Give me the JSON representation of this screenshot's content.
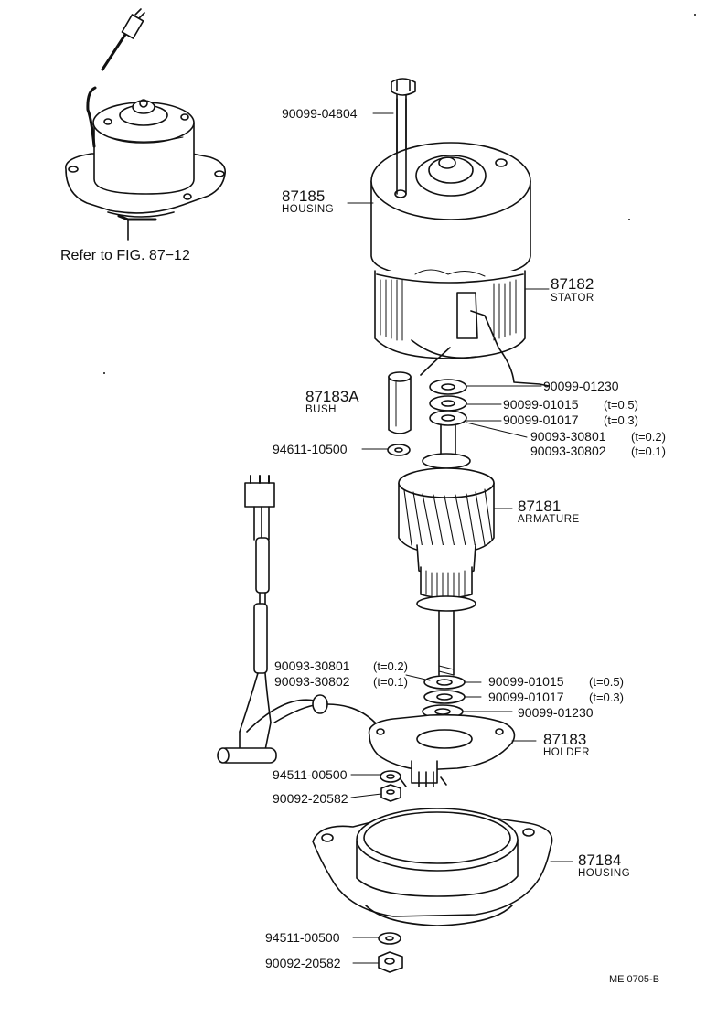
{
  "reference": "Refer to FIG. 87−12",
  "code": "ME 0705-B",
  "labels": {
    "bolt": "90099-04804",
    "housing_top_num": "87185",
    "housing_top_name": "HOUSING",
    "stator_num": "87182",
    "stator_name": "STATOR",
    "bush_num": "87183A",
    "bush_name": "BUSH",
    "washer_top_1230": "90099-01230",
    "washer_top_1015": "90099-01015",
    "washer_top_1015_t": "(t=0.5)",
    "washer_top_1017": "90099-01017",
    "washer_top_1017_t": "(t=0.3)",
    "washer_top_30801": "90093-30801",
    "washer_top_30801_t": "(t=0.2)",
    "washer_top_30802": "90093-30802",
    "washer_top_30802_t": "(t=0.1)",
    "ring_94611": "94611-10500",
    "armature_num": "87181",
    "armature_name": "ARMATURE",
    "washer_bot_30801": "90093-30801",
    "washer_bot_30801_t": "(t=0.2)",
    "washer_bot_30802": "90093-30802",
    "washer_bot_30802_t": "(t=0.1)",
    "washer_bot_1015": "90099-01015",
    "washer_bot_1015_t": "(t=0.5)",
    "washer_bot_1017": "90099-01017",
    "washer_bot_1017_t": "(t=0.3)",
    "washer_bot_1230": "90099-01230",
    "holder_num": "87183",
    "holder_name": "HOLDER",
    "lockwasher_a": "94511-00500",
    "nut_a": "90092-20582",
    "housing_bot_num": "87184",
    "housing_bot_name": "HOUSING",
    "lockwasher_b": "94511-00500",
    "nut_b": "90092-20582"
  }
}
